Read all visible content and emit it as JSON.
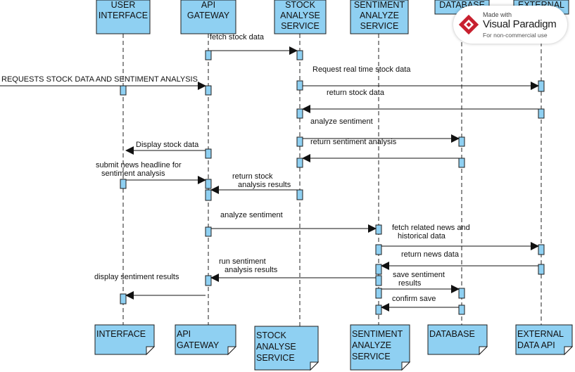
{
  "lifelines": [
    {
      "id": "ui",
      "head": [
        "USER",
        "INTERFACE"
      ],
      "foot": [
        "INTERFACE"
      ]
    },
    {
      "id": "gw",
      "head": [
        "API",
        "GATEWAY"
      ],
      "foot": [
        "API",
        "GATEWAY"
      ]
    },
    {
      "id": "stock",
      "head": [
        "STOCK",
        "ANALYSE",
        "SERVICE"
      ],
      "foot": [
        "STOCK",
        "ANALYSE",
        "SERVICE"
      ]
    },
    {
      "id": "senti",
      "head": [
        "SENTIMENT",
        "ANALYZE",
        "SERVICE"
      ],
      "foot": [
        "SENTIMENT",
        "ANALYZE",
        "SERVICE"
      ]
    },
    {
      "id": "db",
      "head": [
        "DATABASE"
      ],
      "foot": [
        "DATABASE"
      ]
    },
    {
      "id": "ext",
      "head": [
        "EXTERNAL"
      ],
      "foot": [
        "EXTERNAL",
        "DATA API"
      ]
    }
  ],
  "messages": [
    {
      "from": "gw",
      "to": "stock",
      "label": [
        "fetch stock data"
      ]
    },
    {
      "from": "external-actor",
      "to": "gw",
      "label": [
        "REQUESTS STOCK DATA AND SENTIMENT ANALYSIS"
      ]
    },
    {
      "from": "stock",
      "to": "ext",
      "label": [
        "Request real time stock data"
      ]
    },
    {
      "from": "ext",
      "to": "stock",
      "label": [
        "return stock data"
      ]
    },
    {
      "from": "stock",
      "to": "db",
      "label": [
        "analyze sentiment"
      ]
    },
    {
      "from": "db",
      "to": "stock",
      "label": [
        "return sentiment analysis"
      ]
    },
    {
      "from": "gw",
      "to": "ui",
      "label": [
        "Display stock data"
      ]
    },
    {
      "from": "ui",
      "to": "gw",
      "label": [
        "submit news headline for",
        "sentiment analysis"
      ]
    },
    {
      "from": "stock",
      "to": "gw",
      "label": [
        "return stock",
        "analysis results"
      ]
    },
    {
      "from": "gw",
      "to": "senti",
      "label": [
        "analyze sentiment"
      ]
    },
    {
      "from": "senti",
      "to": "ext",
      "label": [
        "fetch related news and",
        "historical data"
      ]
    },
    {
      "from": "ext",
      "to": "senti",
      "label": [
        "return news data"
      ]
    },
    {
      "from": "senti",
      "to": "gw",
      "label": [
        "run sentiment",
        "analysis results"
      ]
    },
    {
      "from": "senti",
      "to": "db",
      "label": [
        "save sentiment",
        "results"
      ]
    },
    {
      "from": "gw",
      "to": "ui",
      "label": [
        "display sentiment results"
      ]
    },
    {
      "from": "db",
      "to": "senti",
      "label": [
        "confirm save"
      ]
    }
  ],
  "watermark": {
    "made_with": "Made with",
    "brand": "Visual Paradigm",
    "note": "For non-commercial use"
  },
  "colors": {
    "box_fill": "#8fd0f2",
    "activation_fill": "#8fd0f2",
    "line": "#111111",
    "logo_red": "#c8202f"
  }
}
